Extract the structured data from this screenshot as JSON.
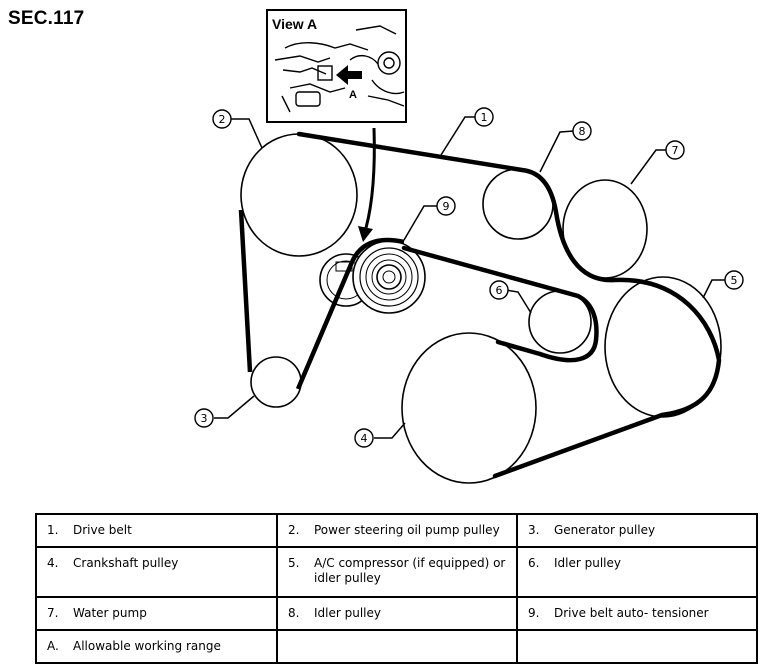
{
  "section_code": "SEC.117",
  "view_label": "View A",
  "view_marker": "A",
  "callouts": [
    "1",
    "2",
    "3",
    "4",
    "5",
    "6",
    "7",
    "8",
    "9"
  ],
  "legend": [
    [
      {
        "num": "1.",
        "text": "Drive belt"
      },
      {
        "num": "2.",
        "text": "Power steering oil pump pulley"
      },
      {
        "num": "3.",
        "text": "Generator pulley"
      }
    ],
    [
      {
        "num": "4.",
        "text": "Crankshaft pulley"
      },
      {
        "num": "5.",
        "text": "A/C compressor (if equipped) or idler pulley"
      },
      {
        "num": "6.",
        "text": "Idler pulley"
      }
    ],
    [
      {
        "num": "7.",
        "text": "Water pump"
      },
      {
        "num": "8.",
        "text": "Idler pulley"
      },
      {
        "num": "9.",
        "text": "Drive belt auto- tensioner"
      }
    ],
    [
      {
        "num": "A.",
        "text": "Allowable working range"
      },
      {
        "num": "",
        "text": ""
      },
      {
        "num": "",
        "text": ""
      }
    ]
  ]
}
